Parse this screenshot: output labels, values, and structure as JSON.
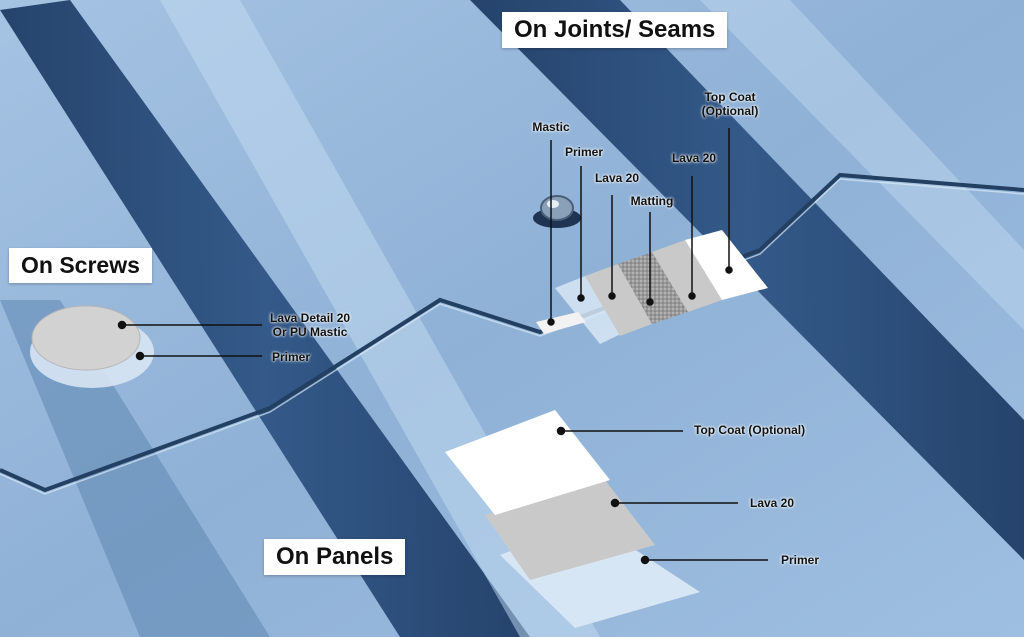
{
  "sections": {
    "joints": "On Joints/ Seams",
    "screws": "On Screws",
    "panels": "On Panels"
  },
  "joints_labels": {
    "mastic": "Mastic",
    "primer": "Primer",
    "lava20_a": "Lava 20",
    "matting": "Matting",
    "lava20_b": "Lava 20",
    "top_coat_line1": "Top Coat",
    "top_coat_line2": "(Optional)"
  },
  "screws_labels": {
    "lava_detail_line1": "Lava Detail 20",
    "lava_detail_line2": "Or PU Mastic",
    "primer": "Primer"
  },
  "panels_labels": {
    "top_coat": "Top Coat (Optional)",
    "lava20": "Lava 20",
    "primer": "Primer"
  },
  "colors": {
    "roof_light": "#a9c7e6",
    "roof_mid": "#7fa6cf",
    "roof_dark": "#2c4f7c",
    "layer_white": "#ffffff",
    "layer_grey": "#c9c9c9",
    "layer_primer": "#d7e6f4",
    "callout_line": "#111111"
  }
}
